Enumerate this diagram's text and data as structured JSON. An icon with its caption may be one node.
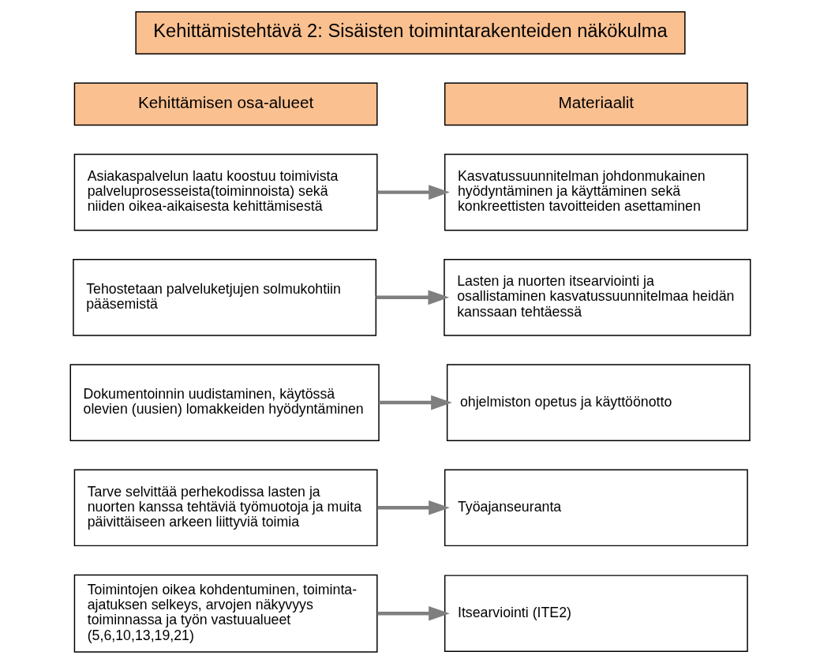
{
  "diagram": {
    "nodes": [
      {
        "text": [
          "Kehittämistehtävä 2: Sisäisten toimintarakenteiden näkökulma"
        ]
      },
      {
        "text": [
          "Kehittämisen osa-alueet"
        ]
      },
      {
        "text": [
          "Materiaalit"
        ]
      },
      {
        "text": [
          "Asiakaspalvelun laatu koostuu toimivista palveluprosesseista(toiminnoista) sekä niiden oikea-aikaisesta kehittämisestä"
        ]
      },
      {
        "text": [
          "Tehostetaan palveluketjujen solmukohtiin pääsemistä"
        ]
      },
      {
        "text": [
          "Dokumentoinnin uudistaminen, käytössä olevien (uusien) lomakkeiden hyödyntäminen"
        ]
      },
      {
        "text": [
          "Tarve selvittää perhekodissa lasten ja nuorten kanssa tehtäviä työmuotoja ja muita päivittäiseen arkeen liittyviä toimia"
        ]
      },
      {
        "text": [
          "Toimintojen oikea kohdentuminen, toiminta-ajatuksen selkeys, arvojen näkyvyys toiminnassa ja työn vastuualueet (5,6,10,13,19,21)"
        ]
      },
      {
        "text": [
          "Kasvatussuunnitelman johdonmukainen hyödyntäminen ja käyttäminen sekä konkreettisten tavoitteiden asettaminen"
        ]
      },
      {
        "text": [
          "Lasten ja nuorten itsearviointi ja osallistaminen kasvatussuunnitelmaa heidän kanssaan tehtäessä"
        ]
      },
      {
        "text": [
          "ohjelmiston opetus ja käyttöönotto"
        ]
      },
      {
        "text": [
          "Työajanseuranta"
        ]
      },
      {
        "text": [
          "Itsearviointi (ITE2)"
        ]
      }
    ],
    "edges": [
      {
        "from": 3,
        "to": 8,
        "arrow": "to"
      },
      {
        "from": 4,
        "to": 9,
        "arrow": "to"
      },
      {
        "from": 5,
        "to": 10,
        "arrow": "to"
      },
      {
        "from": 6,
        "to": 11,
        "arrow": "to"
      },
      {
        "from": 7,
        "to": 12,
        "arrow": "to"
      }
    ]
  }
}
